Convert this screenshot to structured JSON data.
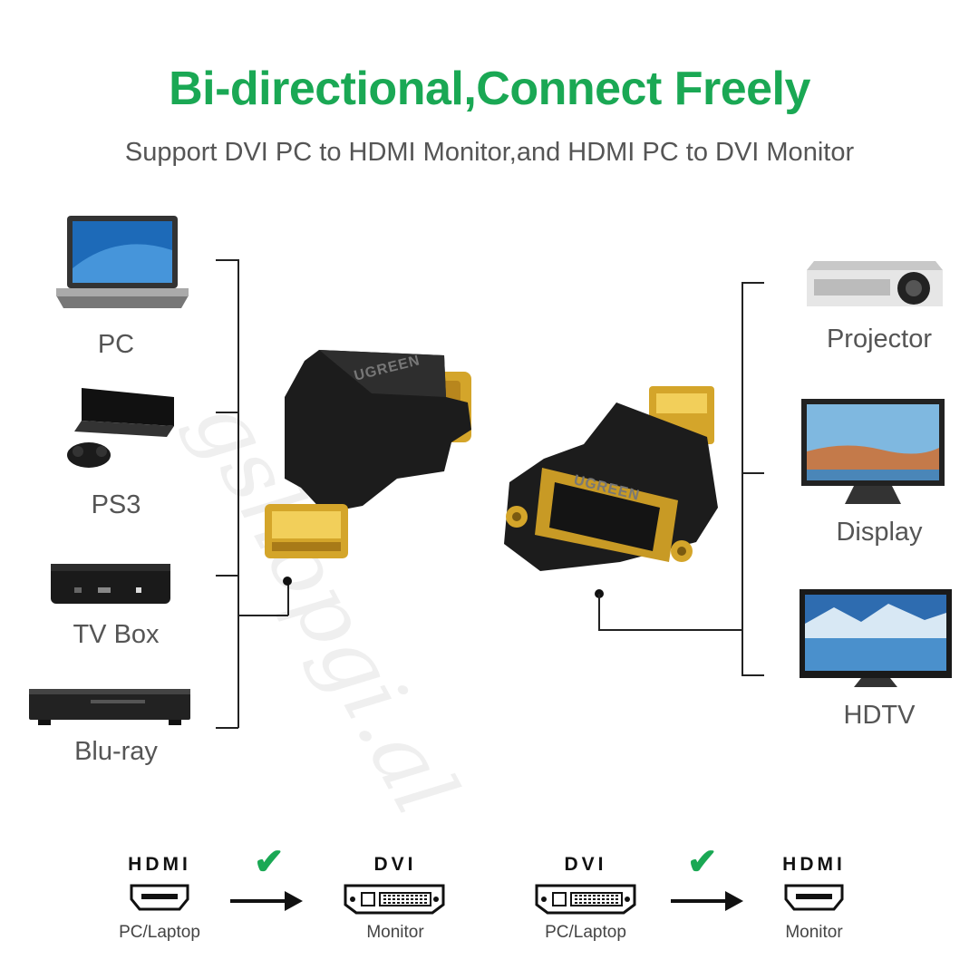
{
  "heading": {
    "title": "Bi-directional,Connect Freely",
    "subtitle": "Support DVI PC to HDMI Monitor,and HDMI PC to DVI Monitor"
  },
  "left_devices": [
    {
      "label": "PC",
      "icon": "laptop-icon"
    },
    {
      "label": "PS3",
      "icon": "game-console-icon"
    },
    {
      "label": "TV Box",
      "icon": "tv-box-icon"
    },
    {
      "label": "Blu-ray",
      "icon": "bluray-player-icon"
    }
  ],
  "right_devices": [
    {
      "label": "Projector",
      "icon": "projector-icon"
    },
    {
      "label": "Display",
      "icon": "monitor-icon"
    },
    {
      "label": "HDTV",
      "icon": "hdtv-icon"
    }
  ],
  "brand": "UGREEN",
  "watermark": "gshopgi.al",
  "flows": [
    {
      "from_port": "HDMI",
      "from_sub": "PC/Laptop",
      "to_port": "DVI",
      "to_sub": "Monitor"
    },
    {
      "from_port": "DVI",
      "from_sub": "PC/Laptop",
      "to_port": "HDMI",
      "to_sub": "Monitor"
    }
  ],
  "colors": {
    "accent": "#1aa854",
    "text": "#555555",
    "gold": "#d4a52a",
    "adapter": "#1c1c1c"
  }
}
